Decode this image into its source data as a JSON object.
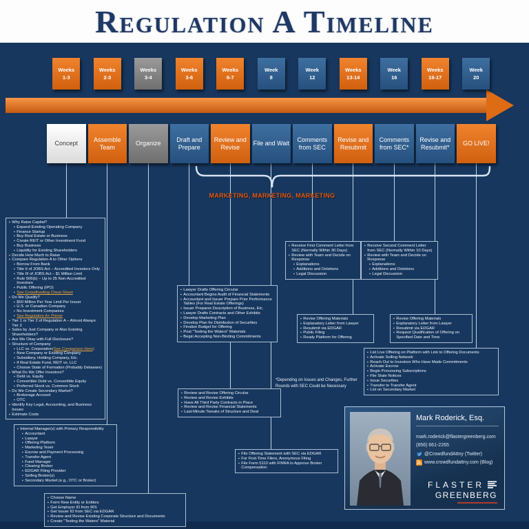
{
  "title": "Regulation A Timeline",
  "marketing_note": "MARKETING, MARKETING, MARKETING",
  "footnote": "*Depending on Issues and Changes, Further\nRounds with SEC Could be Necessary",
  "palette": {
    "background": "#17375E",
    "orange": "#DB6C17",
    "gray": "#7F7F7F",
    "steel_blue": "#2F5B8A",
    "arrow_orange": "#E36C0A",
    "link_orange": "#F0A63C",
    "marketing_text": "#E55B13",
    "title_navy": "#1F3864"
  },
  "columns": [
    {
      "week_top": "Weeks",
      "week_bottom": "1-3",
      "week_color": "orange",
      "phase": "Concept",
      "phase_color": "white"
    },
    {
      "week_top": "Weeks",
      "week_bottom": "2-3",
      "week_color": "orange",
      "phase": "Assemble Team",
      "phase_color": "orange"
    },
    {
      "week_top": "Weeks",
      "week_bottom": "3-4",
      "week_color": "gray",
      "phase": "Organize",
      "phase_color": "gray"
    },
    {
      "week_top": "Weeks",
      "week_bottom": "3-6",
      "week_color": "orange",
      "phase": "Draft and Prepare",
      "phase_color": "blue"
    },
    {
      "week_top": "Weeks",
      "week_bottom": "6-7",
      "week_color": "orange",
      "phase": "Review and Revise",
      "phase_color": "orange"
    },
    {
      "week_top": "Week",
      "week_bottom": "8",
      "week_color": "blue",
      "phase": "File and Wait",
      "phase_color": "blue"
    },
    {
      "week_top": "Week",
      "week_bottom": "12",
      "week_color": "blue",
      "phase": "Comments from SEC",
      "phase_color": "blue"
    },
    {
      "week_top": "Weeks",
      "week_bottom": "13-14",
      "week_color": "orange",
      "phase": "Revise and Resubmit",
      "phase_color": "orange"
    },
    {
      "week_top": "Week",
      "week_bottom": "16",
      "week_color": "blue",
      "phase": "Comments from SEC*",
      "phase_color": "blue"
    },
    {
      "week_top": "Weeks",
      "week_bottom": "16-17",
      "week_color": "orange",
      "phase": "Revise and Resubmit*",
      "phase_color": "blue"
    },
    {
      "week_top": "Week",
      "week_bottom": "20",
      "week_color": "blue",
      "phase": "GO LIVE!",
      "phase_color": "orange"
    }
  ],
  "boxes": {
    "concept": [
      {
        "t": "Why Raise Capital?"
      },
      {
        "t": "Expand Existing Operating Company",
        "l": 1
      },
      {
        "t": "Finance Startup",
        "l": 1
      },
      {
        "t": "Buy Real Estate or Business",
        "l": 1
      },
      {
        "t": "Create REIT or Other Investment Fund",
        "l": 1
      },
      {
        "t": "Buy Business",
        "l": 1
      },
      {
        "t": "Liquidity for Existing Shareholders",
        "l": 1
      },
      {
        "t": "Decide How Much to Raise"
      },
      {
        "t": "Compare Regulation A to Other Options"
      },
      {
        "t": "Borrow From Bank",
        "l": 1
      },
      {
        "t": "Title II of JOBS Act – Accredited Investors Only",
        "l": 1
      },
      {
        "t": "Title III of JOBS Act – $1 Million Limit",
        "l": 1
      },
      {
        "t": "Rule 506(b) – Up to 35 Non-Accredited Investors",
        "l": 1
      },
      {
        "t": "Public Offering (IPO)",
        "l": 1
      },
      {
        "t": "See Crowdfunding Cheat Sheet",
        "l": 1,
        "link": true
      },
      {
        "t": "Do We Qualify?"
      },
      {
        "t": "$50 Million Per Year Limit Per Issuer",
        "l": 1
      },
      {
        "t": "U.S. or Canadian Company",
        "l": 1
      },
      {
        "t": "No Investment Companies",
        "l": 1
      },
      {
        "t": "See Regulation A+ Primer",
        "l": 1,
        "link": true
      },
      {
        "t": "Tier 1 or Tier 2 of Regulation A – Almost Always Tier 2"
      },
      {
        "t": "Sales by Just Company or Also Existing Shareholders?"
      },
      {
        "t": "Are We Okay with Full Disclosure?"
      },
      {
        "t": "Structure of Company"
      },
      {
        "t": "LLC vs. Corporation",
        "l": 1,
        "t2": "(See Comparison Here)"
      },
      {
        "t": "New Company or Existing Company",
        "l": 1
      },
      {
        "t": "Subsidiary, Holding Company, Etc.",
        "l": 1
      },
      {
        "t": "If Real Estate Fund, REIT vs. LLC",
        "l": 1
      },
      {
        "t": "Choose State of Formation (Probably Delaware)",
        "l": 1
      },
      {
        "t": "What Do We Offer Investors?"
      },
      {
        "t": "Debt vs. Equity",
        "l": 1
      },
      {
        "t": "Convertible Debt vs. Convertible Equity",
        "l": 1
      },
      {
        "t": "Preferred Stock vs. Common Stock",
        "l": 1
      },
      {
        "t": "Do We Create Secondary Market?"
      },
      {
        "t": "Brokerage Account",
        "l": 1
      },
      {
        "t": "OTC",
        "l": 1
      },
      {
        "t": "Identify Key Legal, Accounting, and Business Issues"
      },
      {
        "t": "Estimate Costs"
      }
    ],
    "team": [
      {
        "t": "Internal Manager(s) with Primary Responsibility"
      },
      {
        "t": "Accountant",
        "l": 1
      },
      {
        "t": "Lawyer",
        "l": 1
      },
      {
        "t": "Offering Platform",
        "l": 1
      },
      {
        "t": "Marketing Team",
        "l": 1
      },
      {
        "t": "Escrow and Payment Processing",
        "l": 1
      },
      {
        "t": "Transfer Agent",
        "l": 1
      },
      {
        "t": "Fund Manager",
        "l": 1
      },
      {
        "t": "Clearing Broker",
        "l": 1
      },
      {
        "t": "EDGAR Filing Provider",
        "l": 1
      },
      {
        "t": "Selling Broker(s)",
        "l": 1
      },
      {
        "t": "Secondary Market (e.g., OTC or Broker)",
        "l": 1
      }
    ],
    "organize": [
      {
        "t": "Choose Name"
      },
      {
        "t": "Form New Entity or Entities"
      },
      {
        "t": "Get Employer ID from IRS"
      },
      {
        "t": "Get Issuer ID from SEC via EDGAR"
      },
      {
        "t": "Review and Revise Existing Corporate Structure and Documents"
      },
      {
        "t": "Create \"Testing the Waters\" Material"
      }
    ],
    "draft": [
      {
        "t": "Lawyer Drafts Offering Circular"
      },
      {
        "t": "Accountant Begins Audit of Financial Statements"
      },
      {
        "t": "Accountant and Issuer Prepare Prior Performance Tables (For Real Estate Offerings)"
      },
      {
        "t": "Issuer Prepares Description of Business, Etc."
      },
      {
        "t": "Lawyer Drafts Contracts and Other Exhibits"
      },
      {
        "t": "Develop Marketing Plan"
      },
      {
        "t": "Develop Plan for Distribution of Securities"
      },
      {
        "t": "Finalize Budget for Offering"
      },
      {
        "t": "Post \"Testing the Waters\" Materials"
      },
      {
        "t": "Begin Accepting Non-Binding Commitments"
      }
    ],
    "review": [
      {
        "t": "Review and Revise Offering Circular"
      },
      {
        "t": "Review and Revise Exhibits"
      },
      {
        "t": "Have All Third Party Contracts in Place"
      },
      {
        "t": "Review and Revise Financial Statements"
      },
      {
        "t": "Last-Minute Tweaks of Structure and Deal"
      }
    ],
    "file": [
      {
        "t": "File Offering Statement with SEC via EDGAR"
      },
      {
        "t": "For First-Time Filers, Anonymous Filing"
      },
      {
        "t": "File Form 5110 with FINRA to Approve Broker Compensation"
      }
    ],
    "comments1": [
      {
        "t": "Receive First Comment Letter from SEC (Normally Within 30 Days)"
      },
      {
        "t": "Review with Team and Decide on Response"
      },
      {
        "t": "Explanations",
        "l": 1
      },
      {
        "t": "Additions and Deletions",
        "l": 1
      },
      {
        "t": "Legal Discussion",
        "l": 1
      }
    ],
    "resubmit1": [
      {
        "t": "Revise Offering Materials"
      },
      {
        "t": "Explanatory Letter from Lawyer"
      },
      {
        "t": "Resubmit via EDGAR"
      },
      {
        "t": "Public Filing"
      },
      {
        "t": "Ready Platform for Offering"
      }
    ],
    "comments2": [
      {
        "t": "Receive Second Comment Letter from SEC (Normally Within 10 Days)"
      },
      {
        "t": "Review with Team and Decide on Response"
      },
      {
        "t": "Explanations",
        "l": 1
      },
      {
        "t": "Additions and Deletions",
        "l": 1
      },
      {
        "t": "Legal Discussion",
        "l": 1
      }
    ],
    "resubmit2": [
      {
        "t": "Revise Offering Materials"
      },
      {
        "t": "Explanatory Letter from Lawyer"
      },
      {
        "t": "Resubmit via EDGAR"
      },
      {
        "t": "Request Qualification of Offering on Specified Date and Time"
      }
    ],
    "golive": [
      {
        "t": "List Live Offering on Platform with Link to Offering Documents"
      },
      {
        "t": "Activate Selling Network"
      },
      {
        "t": "Reach Out to Investors Who Have Made Commitments"
      },
      {
        "t": "Activate Escrow"
      },
      {
        "t": "Begin Processing Subscriptions"
      },
      {
        "t": "File State Notices"
      },
      {
        "t": "Issue Securities"
      },
      {
        "t": "Transfer to Transfer Agent"
      },
      {
        "t": "List on Secondary Market"
      }
    ]
  },
  "contact": {
    "name": "Mark Roderick, Esq.",
    "email": "mark.roderick@flastergreenberg.com",
    "phone": "(856) 661-2265",
    "twitter": "@CrowdfundAttny (Twitter)",
    "blog": "www.crowdfundattny.com (Blog)",
    "firm_line1": "FLASTER",
    "firm_line2": "GREENBERG"
  }
}
